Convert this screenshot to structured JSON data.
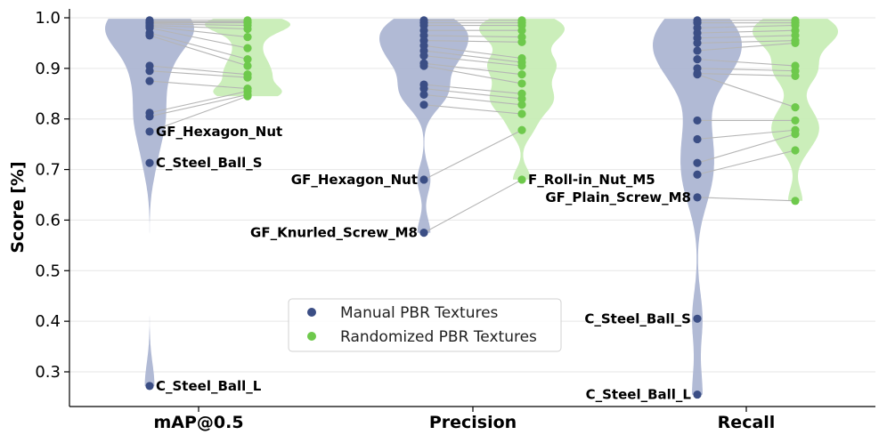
{
  "chart_data": {
    "type": "violin",
    "ylabel": "Score [%]",
    "ylim": [
      0.23,
      1.0
    ],
    "yticks": [
      "0.3",
      "0.4",
      "0.5",
      "0.6",
      "0.7",
      "0.8",
      "0.9",
      "1.0"
    ],
    "yticks_values": [
      0.3,
      0.4,
      0.5,
      0.6,
      0.7,
      0.8,
      0.9,
      1.0
    ],
    "grid": "horizontal",
    "legend_position": "center",
    "categories": [
      "mAP@0.5",
      "Precision",
      "Recall"
    ],
    "series": [
      {
        "name": "Manual PBR Textures",
        "color": "#3b4e85",
        "violin_color": "#a8b2d0",
        "values": [
          [
            0.995,
            0.992,
            0.99,
            0.988,
            0.985,
            0.983,
            0.98,
            0.97,
            0.965,
            0.905,
            0.895,
            0.875,
            0.812,
            0.805,
            0.775,
            0.713,
            0.272
          ],
          [
            0.995,
            0.99,
            0.985,
            0.975,
            0.965,
            0.955,
            0.945,
            0.935,
            0.925,
            0.91,
            0.905,
            0.868,
            0.86,
            0.848,
            0.828,
            0.68,
            0.575
          ],
          [
            0.995,
            0.99,
            0.98,
            0.97,
            0.96,
            0.95,
            0.935,
            0.918,
            0.9,
            0.89,
            0.888,
            0.797,
            0.76,
            0.713,
            0.69,
            0.645,
            0.405,
            0.255
          ]
        ]
      },
      {
        "name": "Randomized PBR Textures",
        "color": "#6ec94c",
        "violin_color": "#c5ecb3",
        "values": [
          [
            0.995,
            0.992,
            0.99,
            0.985,
            0.978,
            0.962,
            0.94,
            0.918,
            0.905,
            0.888,
            0.882,
            0.86,
            0.855,
            0.848,
            0.845
          ],
          [
            0.995,
            0.99,
            0.985,
            0.975,
            0.962,
            0.952,
            0.92,
            0.912,
            0.905,
            0.888,
            0.87,
            0.85,
            0.84,
            0.828,
            0.81,
            0.778,
            0.68
          ],
          [
            0.995,
            0.99,
            0.985,
            0.975,
            0.965,
            0.955,
            0.95,
            0.905,
            0.895,
            0.885,
            0.823,
            0.797,
            0.778,
            0.77,
            0.738,
            0.638
          ]
        ]
      }
    ],
    "annotations": [
      {
        "text": "GF_Hexagon_Nut",
        "category": 0,
        "series": 0,
        "value": 0.775,
        "side": "right"
      },
      {
        "text": "C_Steel_Ball_S",
        "category": 0,
        "series": 0,
        "value": 0.713,
        "side": "right"
      },
      {
        "text": "C_Steel_Ball_L",
        "category": 0,
        "series": 0,
        "value": 0.272,
        "side": "right"
      },
      {
        "text": "GF_Hexagon_Nut",
        "category": 1,
        "series": 0,
        "value": 0.68,
        "side": "left"
      },
      {
        "text": "GF_Knurled_Screw_M8",
        "category": 1,
        "series": 0,
        "value": 0.575,
        "side": "left"
      },
      {
        "text": "F_Roll-in_Nut_M5",
        "category": 1,
        "series": 1,
        "value": 0.68,
        "side": "right"
      },
      {
        "text": "GF_Plain_Screw_M8",
        "category": 2,
        "series": 0,
        "value": 0.645,
        "side": "left"
      },
      {
        "text": "C_Steel_Ball_S",
        "category": 2,
        "series": 0,
        "value": 0.405,
        "side": "left"
      },
      {
        "text": "C_Steel_Ball_L",
        "category": 2,
        "series": 0,
        "value": 0.255,
        "side": "left"
      }
    ]
  }
}
